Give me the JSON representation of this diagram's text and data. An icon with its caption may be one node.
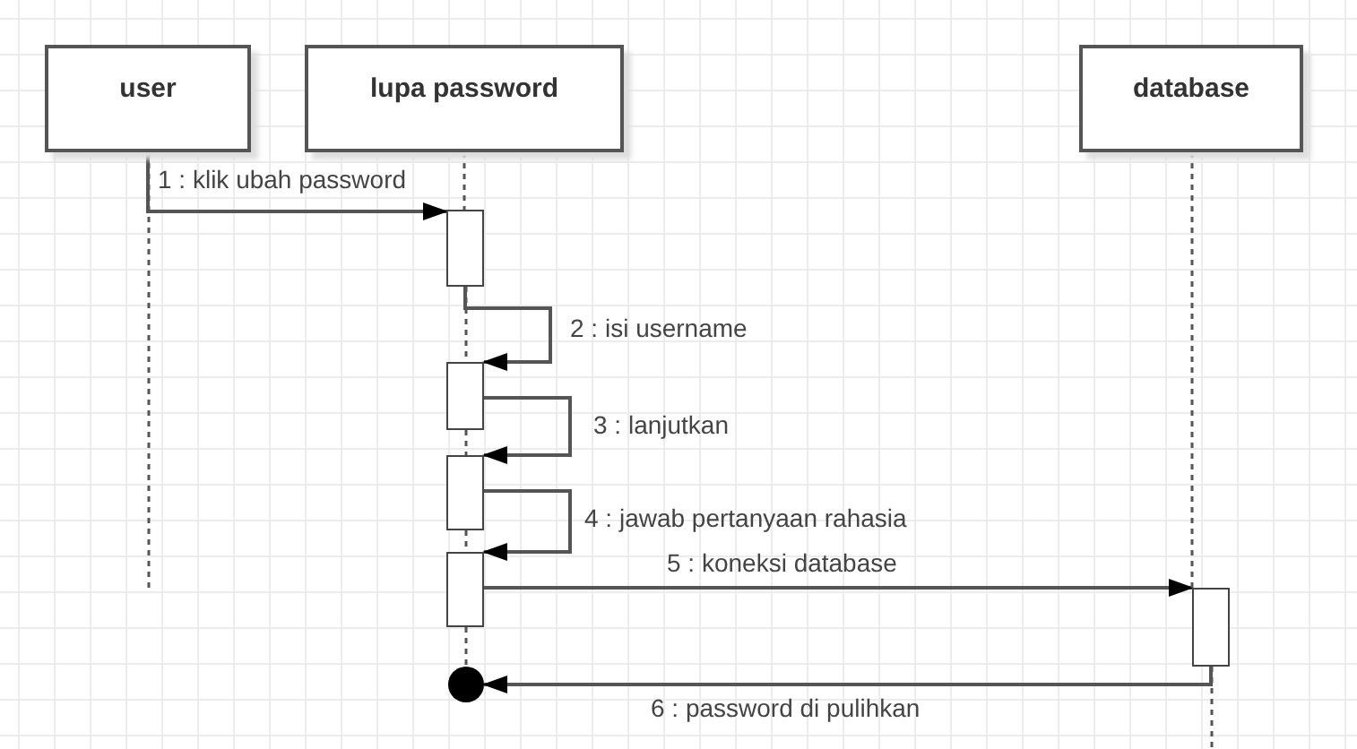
{
  "diagram": {
    "nodes": [
      {
        "text": [
          "user"
        ]
      },
      {
        "text": [
          "lupa password"
        ]
      },
      {
        "text": [
          "database"
        ]
      },
      {
        "text": [],
        "shape": "box"
      },
      {
        "text": [],
        "shape": "box"
      },
      {
        "text": [],
        "shape": "box"
      },
      {
        "text": [],
        "shape": "box"
      },
      {
        "text": [],
        "shape": "box"
      },
      {
        "text": [],
        "shape": "circle"
      }
    ],
    "edges": [
      {
        "from": 0,
        "to": 3,
        "arrow": "to",
        "label": "1 : klik ubah password"
      },
      {
        "from": 3,
        "to": 4,
        "arrow": "to",
        "label": "2 : isi username"
      },
      {
        "from": 4,
        "to": 5,
        "arrow": "to",
        "label": "3 : lanjutkan"
      },
      {
        "from": 5,
        "to": 6,
        "arrow": "to",
        "label": "4 : jawab pertanyaan rahasia"
      },
      {
        "from": 6,
        "to": 7,
        "arrow": "to",
        "label": "5 : koneksi database"
      },
      {
        "from": 7,
        "to": 8,
        "arrow": "to",
        "label": "6 : password di pulihkan"
      },
      {
        "from": 0,
        "to": null,
        "arrow": "none",
        "style": "dashed"
      },
      {
        "from": 1,
        "to": 3,
        "arrow": "none",
        "style": "dashed"
      },
      {
        "from": 3,
        "to": 4,
        "arrow": "none",
        "style": "dashed"
      },
      {
        "from": 4,
        "to": 5,
        "arrow": "none",
        "style": "dashed"
      },
      {
        "from": 5,
        "to": 6,
        "arrow": "none",
        "style": "dashed"
      },
      {
        "from": 6,
        "to": 8,
        "arrow": "none",
        "style": "dashed"
      },
      {
        "from": 2,
        "to": 7,
        "arrow": "none",
        "style": "dashed"
      },
      {
        "from": 7,
        "to": null,
        "arrow": "none",
        "style": "dashed"
      }
    ]
  }
}
